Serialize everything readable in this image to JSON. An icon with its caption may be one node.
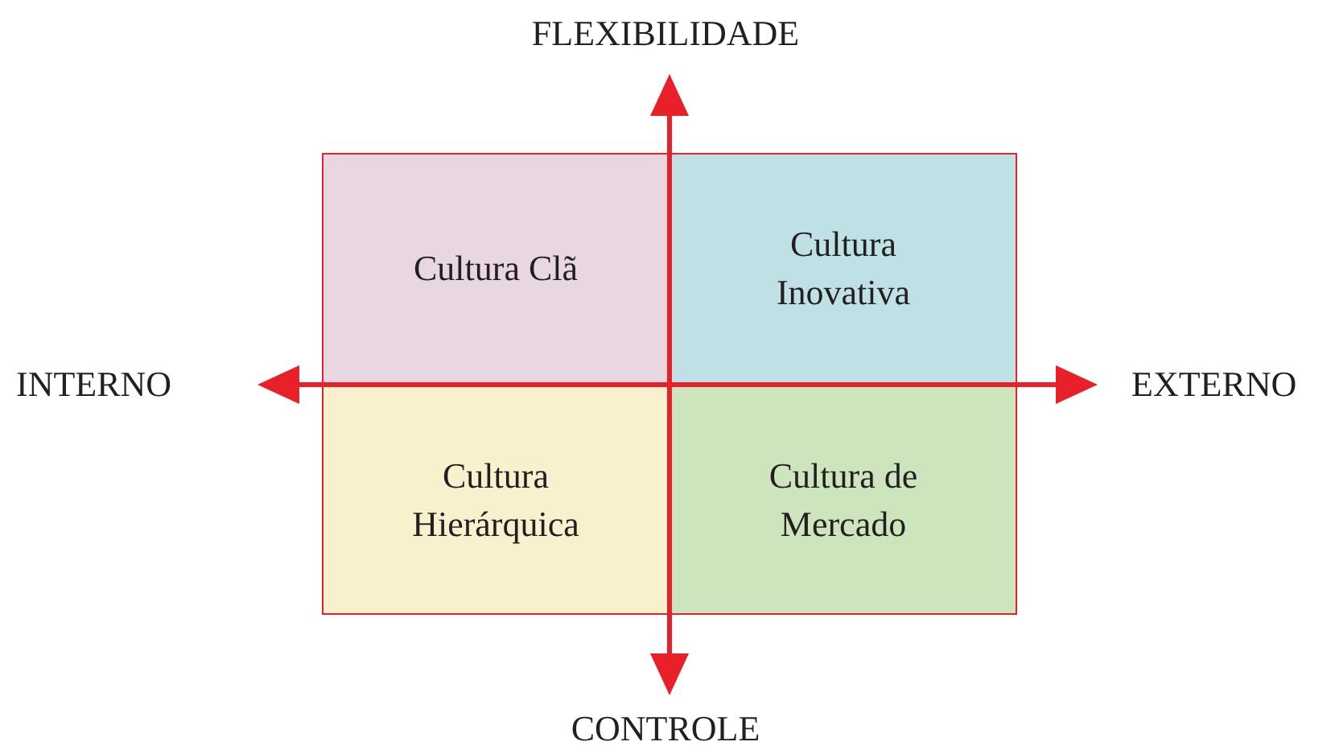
{
  "diagram": {
    "nodes": [
      {
        "text": [
          "Cultura Clã"
        ]
      },
      {
        "text": [
          "Cultura Inovativa"
        ]
      },
      {
        "text": [
          "Cultura Hierárquica"
        ]
      },
      {
        "text": [
          "Cultura de Mercado"
        ]
      }
    ],
    "labels": [
      "FLEXIBILIDADE",
      "INTERNO",
      "EXTERNO",
      "CONTROLE"
    ]
  }
}
